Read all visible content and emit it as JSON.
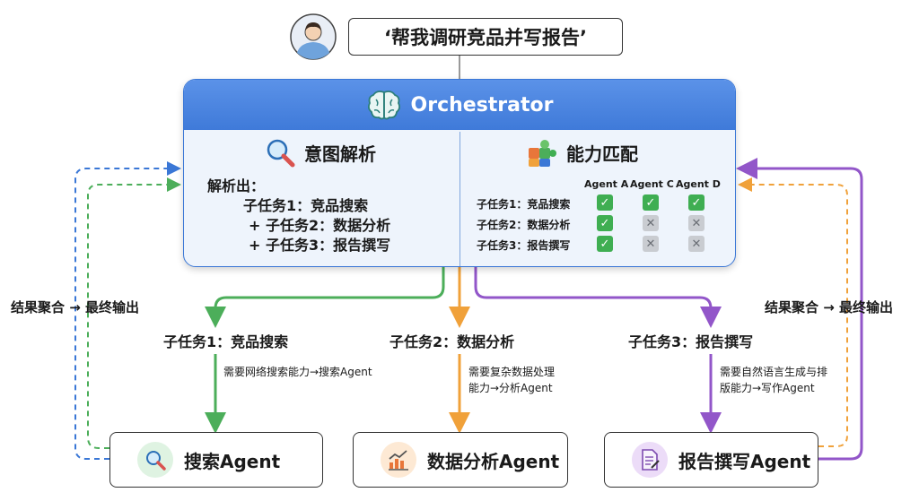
{
  "user": {
    "query": "‘帮我调研竞品并写报告’"
  },
  "orchestrator": {
    "title": "Orchestrator",
    "intent": {
      "title": "意图解析",
      "intro": "解析出：",
      "lines": [
        "子任务1：竞品搜索",
        "+ 子任务2：数据分析",
        "+ 子任务3：报告撰写"
      ]
    },
    "capability": {
      "title": "能力匹配",
      "columns": [
        "Agent A",
        "Agent C",
        "Agent D"
      ],
      "rows": [
        {
          "label": "子任务1：竞品搜索",
          "checks": [
            true,
            true,
            true
          ]
        },
        {
          "label": "子任务2：数据分析",
          "checks": [
            true,
            false,
            false
          ]
        },
        {
          "label": "子任务3：报告撰写",
          "checks": [
            true,
            false,
            false
          ]
        }
      ]
    }
  },
  "subtasks": [
    {
      "title": "子任务1：竞品搜索",
      "note_lines": [
        "需要网络搜索能力→搜索Agent"
      ]
    },
    {
      "title": "子任务2：数据分析",
      "note_lines": [
        "需要复杂数据处理",
        "能力→分析Agent"
      ]
    },
    {
      "title": "子任务3：报告撰写",
      "note_lines": [
        "需要自然语言生成与排",
        "版能力→写作Agent"
      ]
    }
  ],
  "side_labels": {
    "left": "结果聚合 → 最终输出",
    "right": "结果聚合 → 最终输出"
  },
  "agents": [
    {
      "label": "搜索Agent",
      "icon": "magnifier-icon"
    },
    {
      "label": "数据分析Agent",
      "icon": "chart-icon"
    },
    {
      "label": "报告撰写Agent",
      "icon": "document-icon"
    }
  ],
  "colors": {
    "blue": "#3a77d6",
    "green": "#4cae5a",
    "orange": "#f0a13a",
    "purple": "#9256c9"
  }
}
